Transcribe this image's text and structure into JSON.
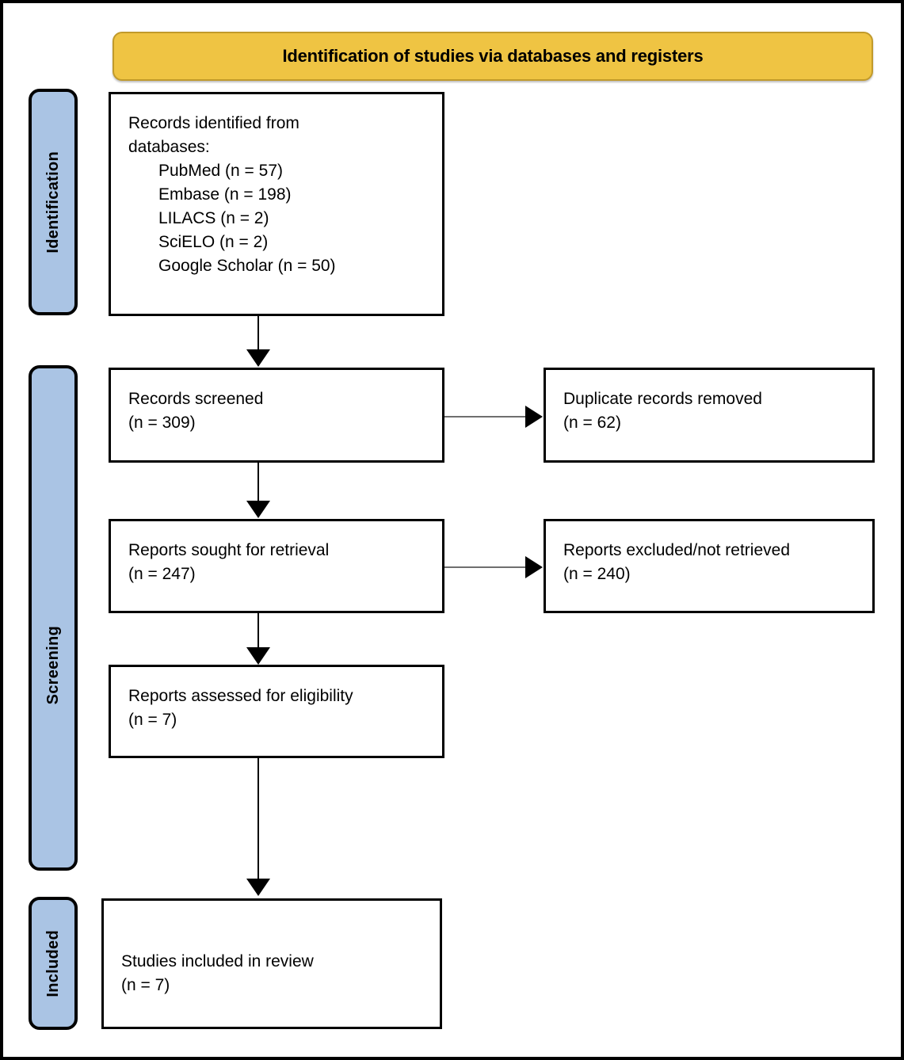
{
  "figure": {
    "type": "prisma-flow-diagram",
    "banner_title": "Identification of studies via databases and registers"
  },
  "stages": [
    {
      "id": "identification",
      "label": "Identification"
    },
    {
      "id": "screening",
      "label": "Screening"
    },
    {
      "id": "included",
      "label": "Included"
    }
  ],
  "nodes": {
    "identified": {
      "title": "Records identified from\ndatabases:",
      "sources": "PubMed (n = 57)\nEmbase (n = 198)\nLILACS (n = 2)\nSciELO (n = 2)\nGoogle Scholar (n = 50)"
    },
    "screened": {
      "text": "Records screened\n(n = 309)"
    },
    "duplicates": {
      "text": "Duplicate records removed\n(n = 62)"
    },
    "sought": {
      "text": "Reports sought for retrieval\n(n = 247)"
    },
    "excluded": {
      "text": "Reports excluded/not retrieved\n(n = 240)"
    },
    "assessed": {
      "text": "Reports assessed for eligibility\n(n = 7)"
    },
    "included": {
      "text": "Studies included in review\n(n = 7)"
    }
  },
  "counts": {
    "pubmed": 57,
    "embase": 198,
    "lilacs": 2,
    "scielo": 2,
    "google_scholar": 50,
    "records_screened": 309,
    "duplicates_removed": 62,
    "reports_sought": 247,
    "reports_excluded": 240,
    "reports_assessed": 7,
    "studies_included": 7
  },
  "colors": {
    "banner": "#EFC443",
    "banner_border": "#C19A2B",
    "stage": "#AAC4E4",
    "outline": "#000000",
    "arrow_horizontal": "#6e6e6e"
  }
}
